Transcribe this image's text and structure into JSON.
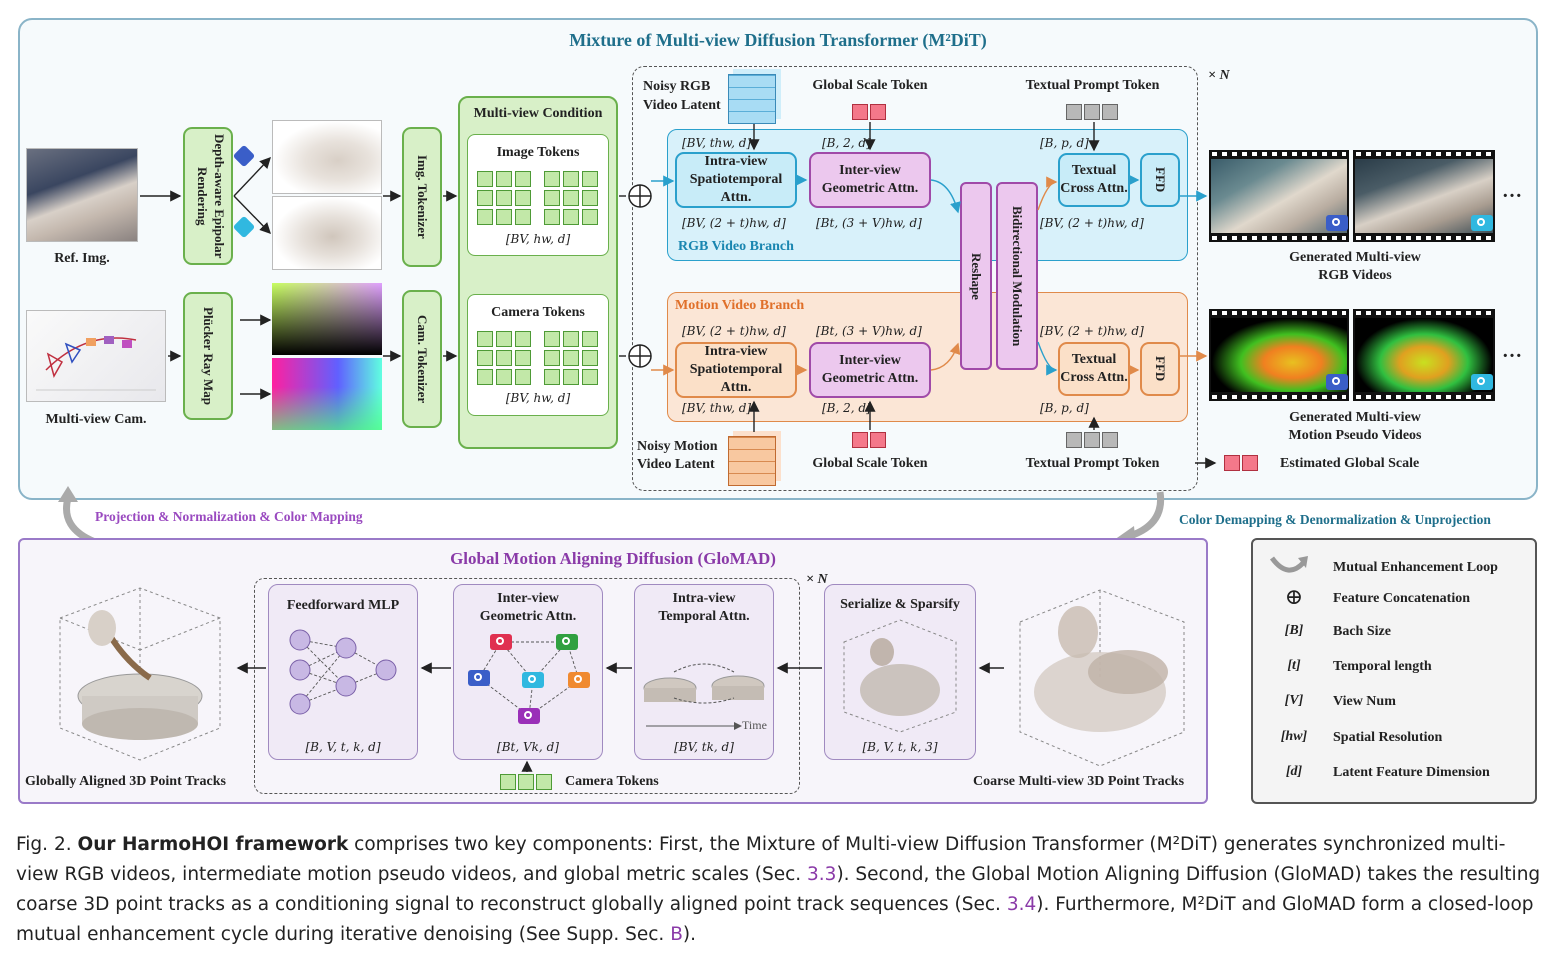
{
  "top_panel": {
    "title": "Mixture of Multi-view Diffusion Transformer (M²DiT)",
    "repeat": "× N",
    "ref_img_label": "Ref. Img.",
    "multiview_cam_label": "Multi-view Cam.",
    "depth_render": "Depth-aware Epipolar Rendering",
    "plucker": "Plücker Ray Map",
    "img_tokenizer": "Img. Tokenizer",
    "cam_tokenizer": "Cam. Tokenizer",
    "mv_condition": "Multi-view Condition",
    "image_tokens": "Image Tokens",
    "camera_tokens": "Camera Tokens",
    "dim_bvhwd_1": "[BV, hw, d]",
    "dim_bvhwd_2": "[BV, hw, d]",
    "noisy_rgb": "Noisy RGB\nVideo Latent",
    "noisy_motion": "Noisy Motion\nVideo Latent",
    "global_scale_token_top": "Global Scale Token",
    "global_scale_token_bottom": "Global Scale Token",
    "textual_prompt_top": "Textual Prompt Token",
    "textual_prompt_bottom": "Textual Prompt Token",
    "rgb_branch": "RGB Video Branch",
    "motion_branch": "Motion Video Branch",
    "intra_view": "Intra-view Spatiotemporal Attn.",
    "inter_view": "Inter-view Geometric Attn.",
    "textual_cross": "Textual Cross Attn.",
    "ffd": "FFD",
    "reshape": "Reshape",
    "bidirectional": "Bidirectional Modulation",
    "dims": {
      "rgb_in": "[BV, thw, d]",
      "rgb_scale": "[B, 2, d]",
      "rgb_text": "[B, p, d]",
      "rgb_intra_out": "[BV, (2 + t)hw, d]",
      "rgb_inter_out": "[Bt, (3 + V)hw, d]",
      "rgb_ffd_out": "[BV, (2 + t)hw, d]",
      "mo_intra_in": "[BV, (2 + t)hw, d]",
      "mo_inter_in": "[Bt, (3 + V)hw, d]",
      "mo_text_in": "[BV, (2 + t)hw, d]",
      "mo_latent": "[BV, thw, d]",
      "mo_scale": "[B, 2, d]",
      "mo_text": "[B, p, d]"
    },
    "gen_rgb": "Generated Multi-view\nRGB Videos",
    "gen_motion": "Generated Multi-view\nMotion Pseudo Videos",
    "ellipsis": "…",
    "estimated_scale": "Estimated Global Scale"
  },
  "loop_left": "Projection & Normalization & Color Mapping",
  "loop_right": "Color Demapping & Denormalization  & Unprojection",
  "bottom_panel": {
    "title": "Global Motion Aligning Diffusion (GloMAD)",
    "repeat": "× N",
    "feedforward": "Feedforward MLP",
    "inter_view": "Inter-view\nGeometric Attn.",
    "intra_view": "Intra-view\nTemporal Attn.",
    "serialize": "Serialize & Sparsify",
    "time": "Time",
    "dim_ff": "[B, V, t, k, d]",
    "dim_inter": "[Bt, Vk, d]",
    "dim_intra": "[BV, tk, d]",
    "dim_ser": "[B, V, t, k, 3]",
    "camera_tokens": "Camera Tokens",
    "aligned_label": "Globally Aligned 3D Point Tracks",
    "coarse_label": "Coarse Multi-view 3D Point Tracks"
  },
  "legend": [
    {
      "symbol": "",
      "text": "Mutual Enhancement Loop"
    },
    {
      "symbol": "⊕",
      "text": "Feature Concatenation"
    },
    {
      "symbol": "[B]",
      "text": "Bach Size"
    },
    {
      "symbol": "[t]",
      "text": "Temporal length"
    },
    {
      "symbol": "[V]",
      "text": "View Num"
    },
    {
      "symbol": "[hw]",
      "text": "Spatial Resolution"
    },
    {
      "symbol": "[d]",
      "text": "Latent Feature Dimension"
    }
  ],
  "caption": {
    "fig": "Fig. 2.",
    "bold": "Our HarmoHOI framework",
    "p1": " comprises two key components: First, the Mixture of Multi-view Diffusion Transformer (M²DiT) generates synchronized multi-view RGB videos, intermediate motion pseudo videos, and global metric scales (Sec. ",
    "ref1": "3.3",
    "p2": "). Second, the Global Motion Aligning Diffusion (GloMAD) takes the resulting coarse 3D point tracks as a conditioning signal to reconstruct globally aligned point track sequences (Sec. ",
    "ref2": "3.4",
    "p3": "). Furthermore, M²DiT and GloMAD form a closed-loop mutual enhancement cycle during iterative denoising (See Supp. Sec. ",
    "ref3": "B",
    "p4": ")."
  },
  "colors": {
    "top_panel_border": "#8ab4c8",
    "bottom_panel_border": "#9a7ac8",
    "rgb_branch": "#2aa0cc",
    "motion_branch": "#e08a4a",
    "condition_green": "#6ab04c",
    "purple": "#a04aa8"
  }
}
